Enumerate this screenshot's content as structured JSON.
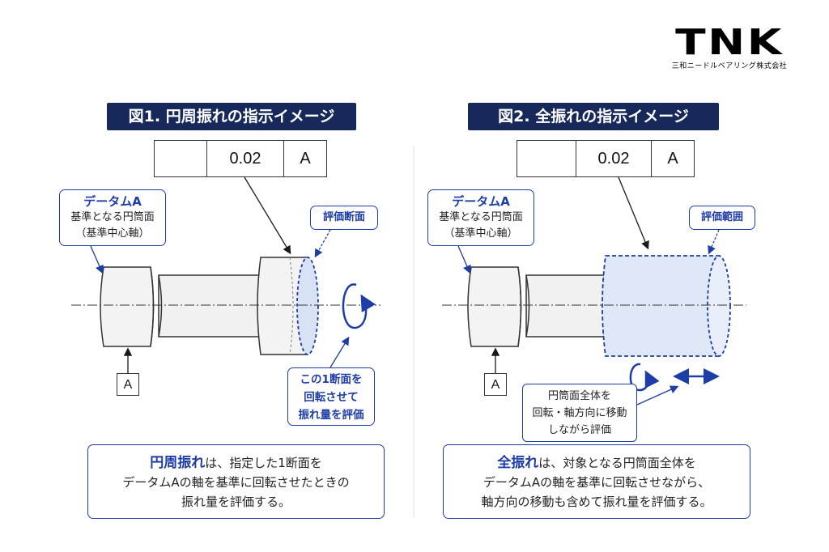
{
  "logo": {
    "main": "TNK",
    "sub": "三和ニードルベアリング株式会社"
  },
  "fig1": {
    "title": "図1. 円周振れの指示イメージ",
    "frame": {
      "tolerance": "0.02",
      "datum": "A"
    },
    "datum_callout": {
      "heading": "データムA",
      "line1": "基準となる円筒面",
      "line2": "（基準中心軸）"
    },
    "section_callout": "評価断面",
    "rotate_callout": {
      "line1": "この1断面を",
      "line2": "回転させて",
      "line3": "振れ量を評価"
    },
    "datum_label": "A",
    "summary": {
      "term": "円周振れ",
      "line1_rest": "は、指定した1断面を",
      "line2": "データムAの軸を基準に回転させたときの",
      "line3": "振れ量を評価する。"
    }
  },
  "fig2": {
    "title": "図2. 全振れの指示イメージ",
    "frame": {
      "tolerance": "0.02",
      "datum": "A"
    },
    "datum_callout": {
      "heading": "データムA",
      "line1": "基準となる円筒面",
      "line2": "（基準中心軸）"
    },
    "range_callout": "評価範囲",
    "move_callout": {
      "line1": "円筒面全体を",
      "line2": "回転・軸方向に移動",
      "line3": "しながら評価"
    },
    "datum_label": "A",
    "summary": {
      "term": "全振れ",
      "line1_rest": "は、対象となる円筒面全体を",
      "line2": "データムAの軸を基準に回転させながら、",
      "line3": "軸方向の移動も含めて振れ量を評価する。"
    }
  },
  "colors": {
    "navy": "#17295b",
    "accent_blue": "#1f3da6",
    "highlight_fill": "#dfe8f7"
  },
  "icons": {
    "circular_runout": "single-arrow-icon",
    "total_runout": "double-arrow-icon",
    "rotation": "rotation-arrow-icon",
    "axial": "double-headed-arrow-icon"
  }
}
